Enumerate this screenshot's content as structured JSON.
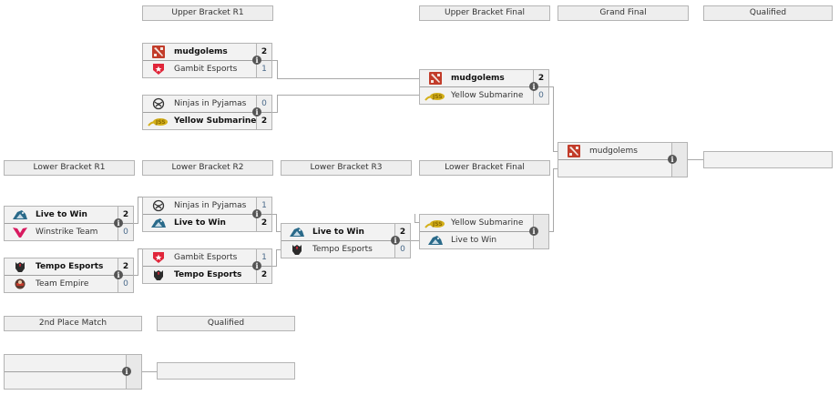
{
  "headers": {
    "upper_r1": "Upper Bracket R1",
    "upper_final": "Upper Bracket Final",
    "grand_final": "Grand Final",
    "qualified_top": "Qualified",
    "lower_r1": "Lower Bracket R1",
    "lower_r2": "Lower Bracket R2",
    "lower_r3": "Lower Bracket R3",
    "lower_final": "Lower Bracket Final",
    "second_place": "2nd Place Match",
    "qualified_bottom": "Qualified"
  },
  "matches": {
    "ub_r1_1": {
      "top": {
        "team": "mudgolems",
        "logo": "dota2-logo",
        "score": "2",
        "winner": true
      },
      "bottom": {
        "team": "Gambit Esports",
        "logo": "gambit-logo",
        "score": "1",
        "winner": false
      }
    },
    "ub_r1_2": {
      "top": {
        "team": "Ninjas in Pyjamas",
        "logo": "nip-logo",
        "score": "0",
        "winner": false
      },
      "bottom": {
        "team": "Yellow Submarine",
        "logo": "yellow-submarine-logo",
        "score": "2",
        "winner": true
      }
    },
    "ub_final": {
      "top": {
        "team": "mudgolems",
        "logo": "dota2-logo",
        "score": "2",
        "winner": true
      },
      "bottom": {
        "team": "Yellow Submarine",
        "logo": "yellow-submarine-logo",
        "score": "0",
        "winner": false
      }
    },
    "grand_final": {
      "top": {
        "team": "mudgolems",
        "logo": "dota2-logo",
        "score": "",
        "winner": false
      },
      "bottom": {
        "team": "",
        "logo": "",
        "score": "",
        "winner": false
      }
    },
    "lb_r1_1": {
      "top": {
        "team": "Live to Win",
        "logo": "live-to-win-logo",
        "score": "2",
        "winner": true
      },
      "bottom": {
        "team": "Winstrike Team",
        "logo": "winstrike-logo",
        "score": "0",
        "winner": false
      }
    },
    "lb_r1_2": {
      "top": {
        "team": "Tempo Esports",
        "logo": "tempo-logo",
        "score": "2",
        "winner": true
      },
      "bottom": {
        "team": "Team Empire",
        "logo": "team-empire-logo",
        "score": "0",
        "winner": false
      }
    },
    "lb_r2_1": {
      "top": {
        "team": "Ninjas in Pyjamas",
        "logo": "nip-logo",
        "score": "1",
        "winner": false
      },
      "bottom": {
        "team": "Live to Win",
        "logo": "live-to-win-logo",
        "score": "2",
        "winner": true
      }
    },
    "lb_r2_2": {
      "top": {
        "team": "Gambit Esports",
        "logo": "gambit-logo",
        "score": "1",
        "winner": false
      },
      "bottom": {
        "team": "Tempo Esports",
        "logo": "tempo-logo",
        "score": "2",
        "winner": true
      }
    },
    "lb_r3": {
      "top": {
        "team": "Live to Win",
        "logo": "live-to-win-logo",
        "score": "2",
        "winner": true
      },
      "bottom": {
        "team": "Tempo Esports",
        "logo": "tempo-logo",
        "score": "0",
        "winner": false
      }
    },
    "lb_final": {
      "top": {
        "team": "Yellow Submarine",
        "logo": "yellow-submarine-logo",
        "score": "",
        "winner": false
      },
      "bottom": {
        "team": "Live to Win",
        "logo": "live-to-win-logo",
        "score": "",
        "winner": false
      }
    },
    "second_place": {
      "top": {
        "team": "",
        "score": ""
      },
      "bottom": {
        "team": "",
        "score": ""
      }
    }
  },
  "qualified": {
    "top_slot": "",
    "bottom_slot": ""
  },
  "info_icon_glyph": "i",
  "colors": {
    "box_bg": "#f2f2f2",
    "border": "#b4b4b4",
    "line": "#a8a8a8",
    "loser_score": "#4a6a8a",
    "dota_red": "#c23c2a",
    "gambit_red": "#e0263a",
    "winstrike_pink": "#d81b60",
    "yellow_sub": "#d4b01a",
    "ltw_blue": "#2a6a8a"
  }
}
